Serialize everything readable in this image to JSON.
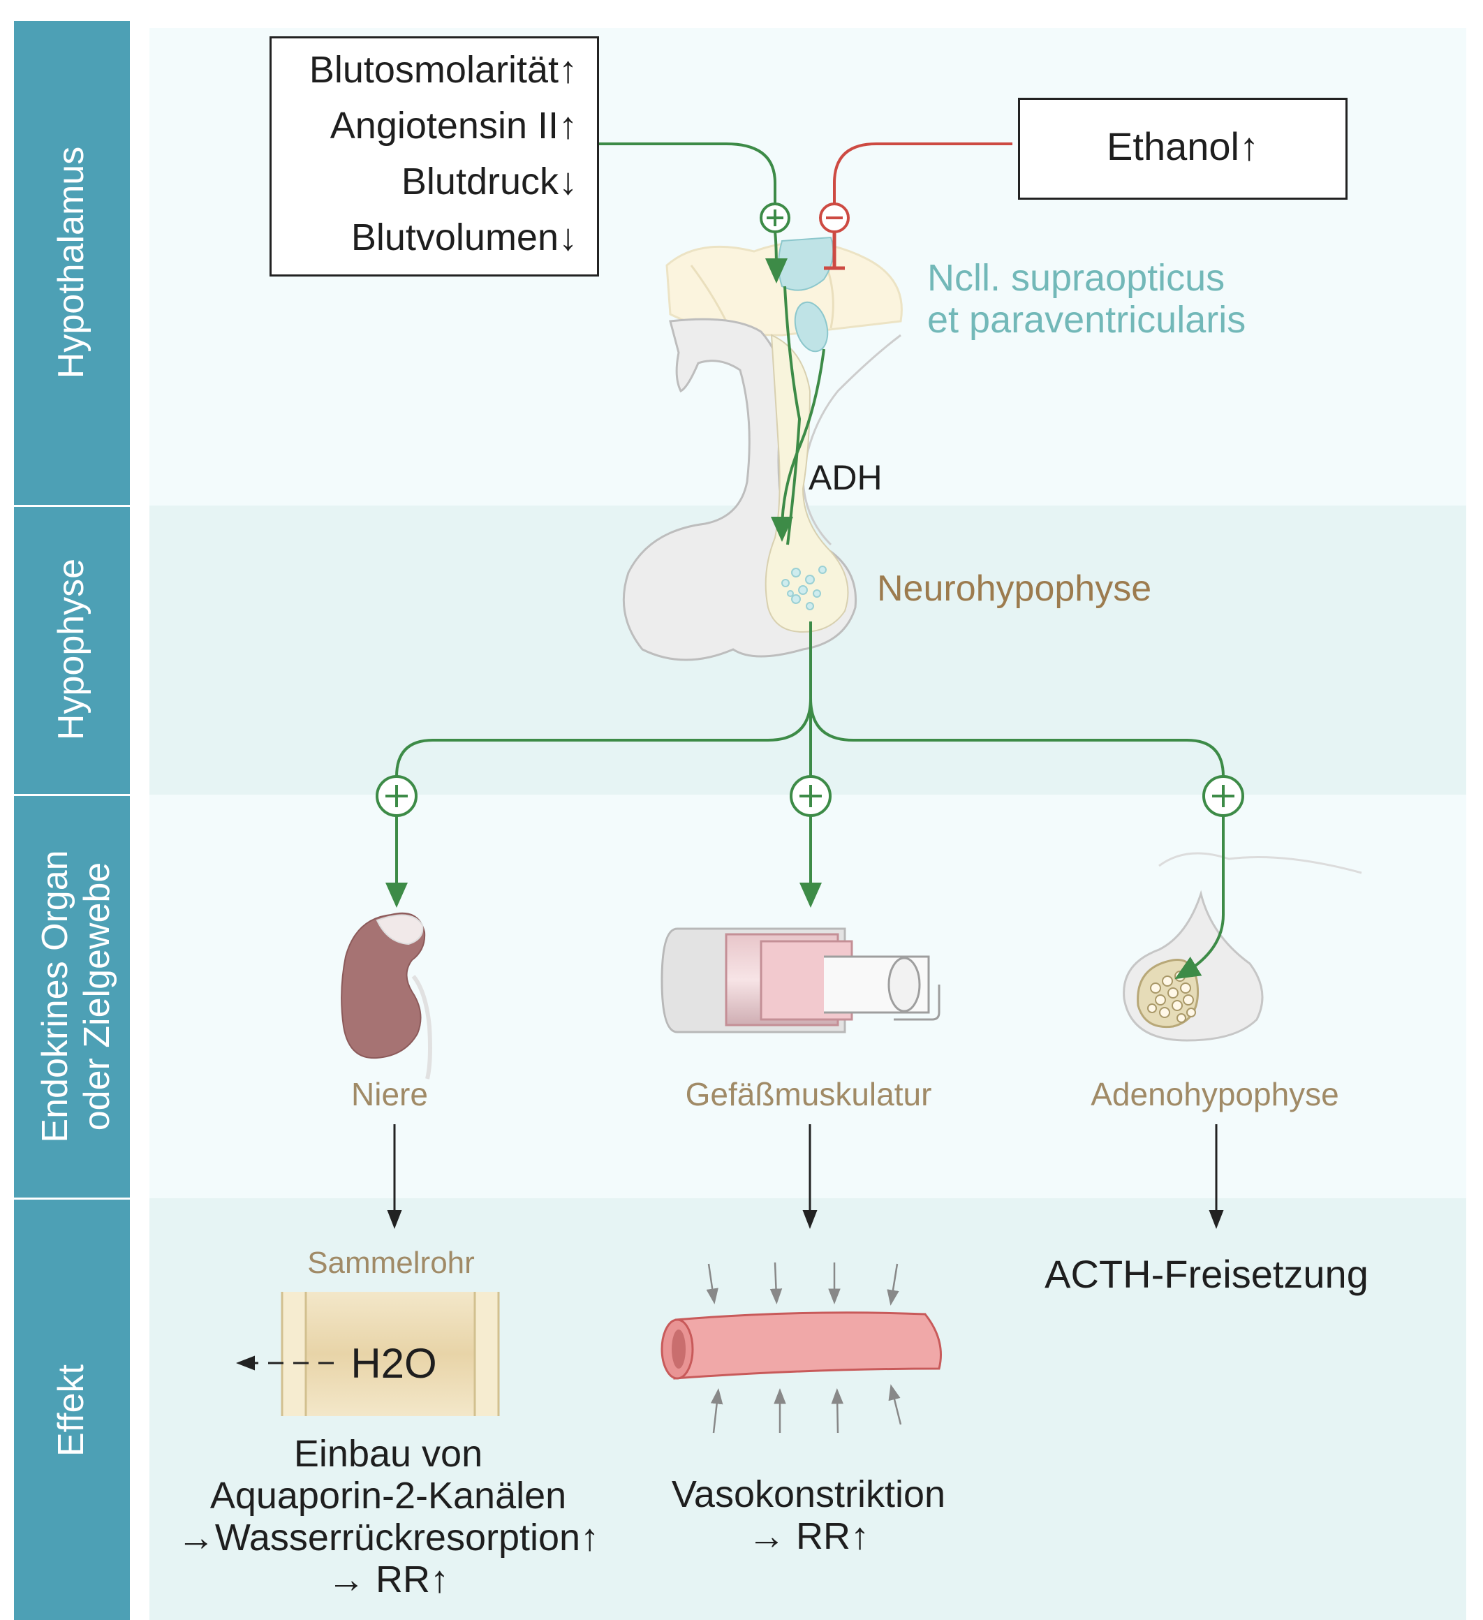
{
  "sidebar": {
    "sections": [
      {
        "label": "Hypothalamus"
      },
      {
        "label": "Hypophyse"
      },
      {
        "label_line1": "Endokrines Organ",
        "label_line2": "oder Zielgewebe"
      },
      {
        "label": "Effekt"
      }
    ]
  },
  "stimuli": {
    "items": [
      "Blutosmolarität↑",
      "Angiotensin II↑",
      "Blutdruck↓",
      "Blutvolumen↓"
    ],
    "signs": {
      "plus": "+",
      "minus": "−"
    }
  },
  "ethanol": {
    "label": "Ethanol↑"
  },
  "nuclei": {
    "line1": "Ncll. supraopticus",
    "line2": "et paraventricularis"
  },
  "hormone": {
    "label": "ADH"
  },
  "neurohypophyse": {
    "label": "Neurohypophyse"
  },
  "targets": [
    {
      "label": "Niere"
    },
    {
      "label": "Gefäßmuskulatur"
    },
    {
      "label": "Adenohypophyse"
    }
  ],
  "effects": {
    "kidney": {
      "tube_label": "Sammelrohr",
      "molecule": "H2O",
      "lines": [
        "Einbau von",
        "Aquaporin-2-Kanälen",
        "→Wasserrückresorption↑",
        "→ RR↑"
      ]
    },
    "vessel": {
      "lines": [
        "Vasokonstriktion",
        "→ RR↑"
      ]
    },
    "pituitary": {
      "label": "ACTH-Freisetzung"
    }
  },
  "colors": {
    "sidebar": "#4da0b5",
    "band_light": "#f3fbfc",
    "band_mid": "#e6f4f4",
    "activation": "#3d8b47",
    "inhibition": "#cd4a42",
    "nuclei_text": "#72b8b8",
    "organ_text": "#a08a66",
    "neurohypophyse_text": "#9c7b4e"
  },
  "icons": [
    "hypothalamus-pituitary-illustration",
    "kidney-icon",
    "vessel-wall-layers-icon",
    "adenohypophysis-icon",
    "collecting-duct-icon",
    "constricted-vessel-icon"
  ]
}
